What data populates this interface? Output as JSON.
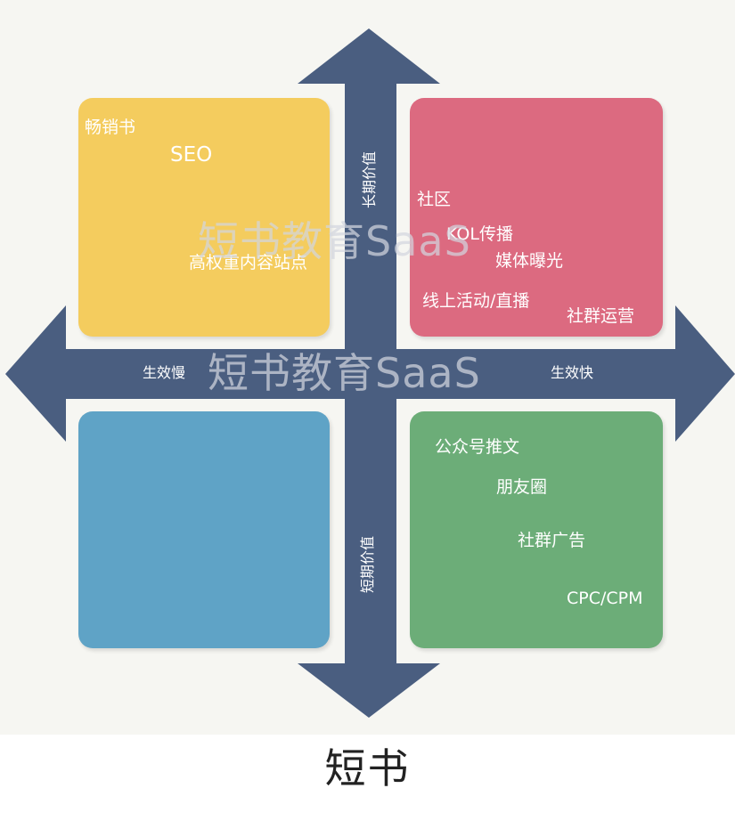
{
  "quadrants": {
    "top_left": {
      "color": "#f4cc5e",
      "items": [
        "畅销书",
        "SEO",
        "高权重内容站点"
      ]
    },
    "top_right": {
      "color": "#dc6a80",
      "items": [
        "社区",
        "KOL传播",
        "媒体曝光",
        "线上活动/直播",
        "社群运营"
      ]
    },
    "bottom_left": {
      "color": "#5fa3c6",
      "items": []
    },
    "bottom_right": {
      "color": "#6cad78",
      "items": [
        "公众号推文",
        "朋友圈",
        "社群广告",
        "CPC/CPM"
      ]
    }
  },
  "axes": {
    "color": "#4a5e80",
    "up_label": "长期价值",
    "down_label": "短期价值",
    "left_label": "生效慢",
    "right_label": "生效快"
  },
  "watermark": "短书教育SaaS",
  "brand": "短书"
}
